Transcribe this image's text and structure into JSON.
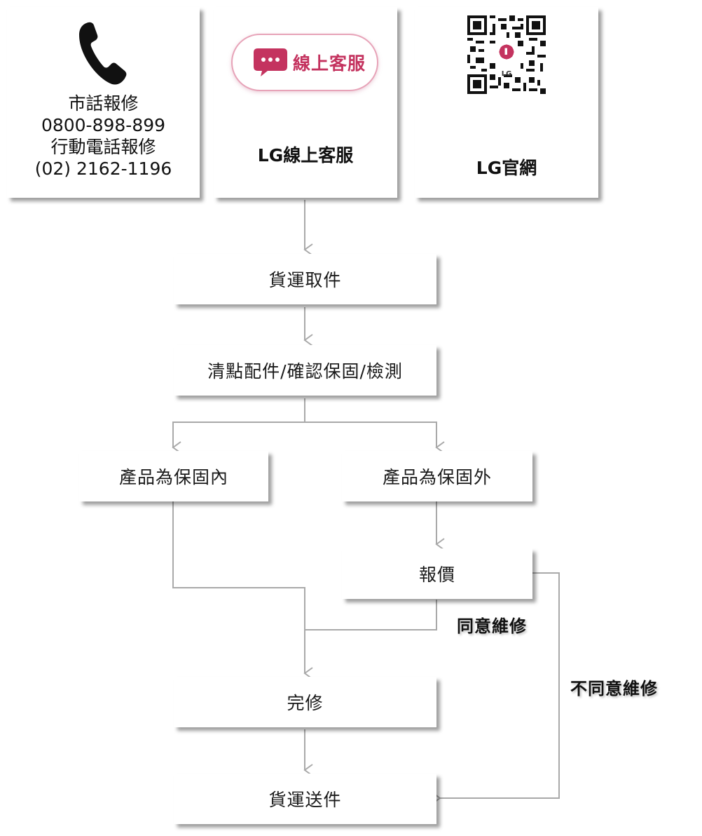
{
  "contact": {
    "phone_icon": "phone-handset-icon",
    "lines": [
      "市話報修",
      "0800-898-899",
      "行動電話報修",
      "(02) 2162-1196"
    ]
  },
  "online": {
    "button_icon": "chat-bubble-icon",
    "button_label": "線上客服",
    "caption": "LG線上客服",
    "accent_color": "#c4335f"
  },
  "website": {
    "qr_icon": "qr-code-icon",
    "logo_text": "LG",
    "caption": "LG官網"
  },
  "steps": {
    "pickup": "貨運取件",
    "inspect": "清點配件/確認保固/檢測",
    "in_warranty": "產品為保固內",
    "out_warranty": "產品為保固外",
    "quote": "報價",
    "repaired": "完修",
    "delivery": "貨運送件"
  },
  "edges": {
    "agree": "同意維修",
    "disagree": "不同意維修"
  }
}
